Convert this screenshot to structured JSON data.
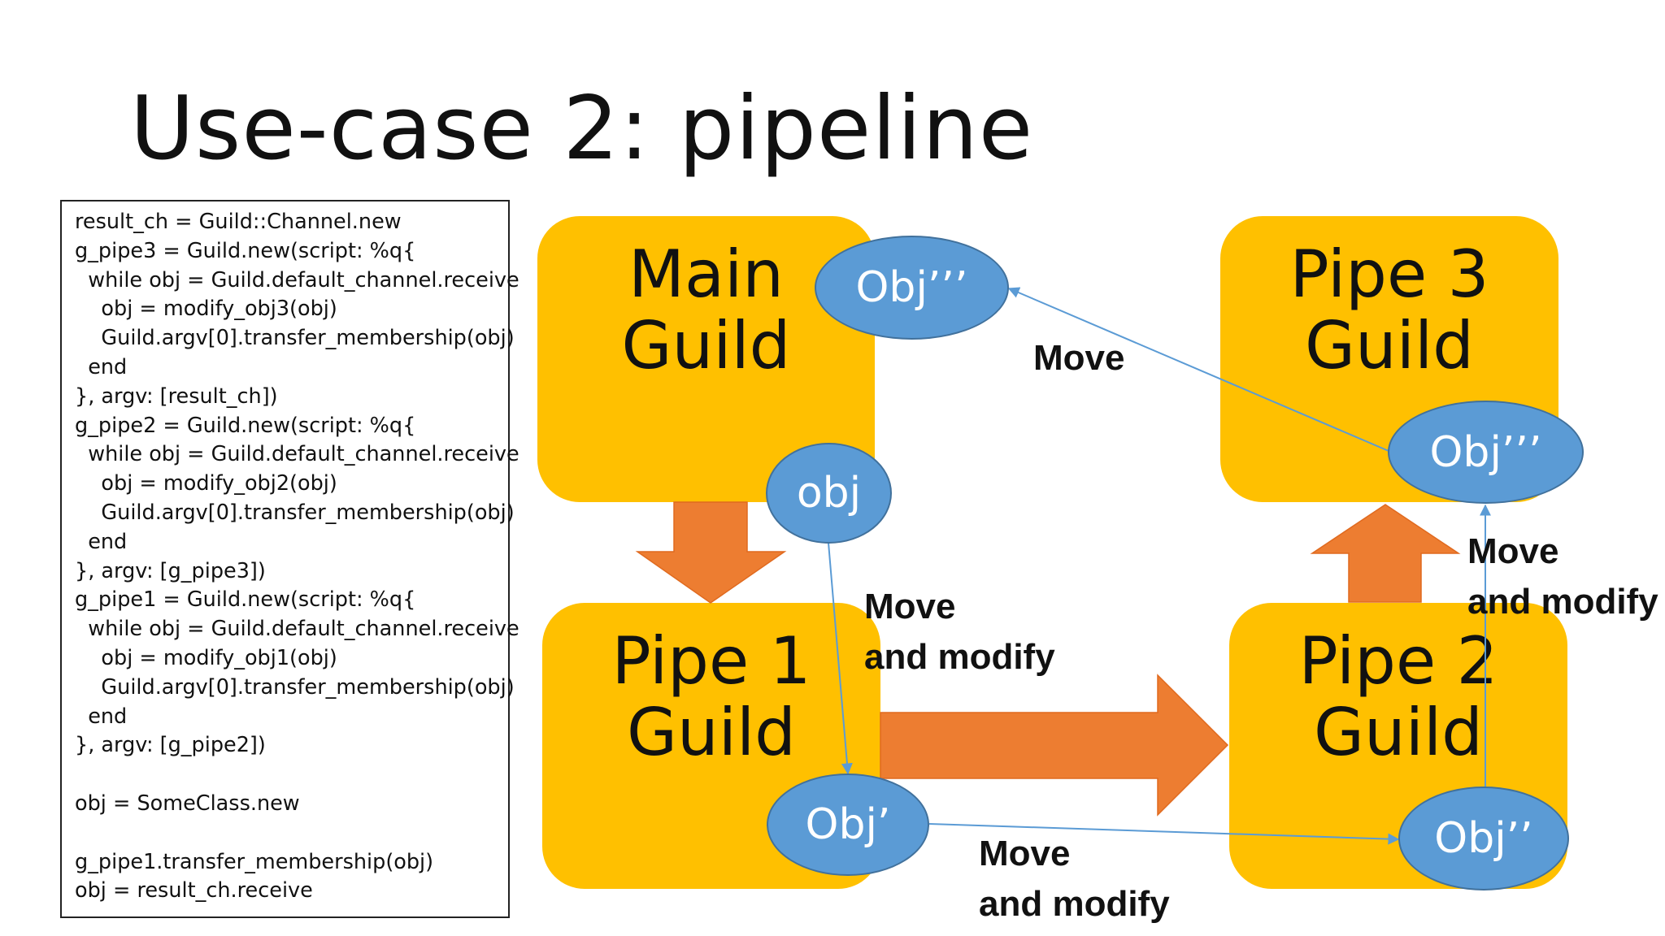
{
  "title": "Use-case 2: pipeline",
  "code_lines": [
    "result_ch = Guild::Channel.new",
    "g_pipe3 = Guild.new(script: %q{",
    "  while obj = Guild.default_channel.receive",
    "    obj = modify_obj3(obj)",
    "    Guild.argv[0].transfer_membership(obj)",
    "  end",
    "}, argv: [result_ch])",
    "g_pipe2 = Guild.new(script: %q{",
    "  while obj = Guild.default_channel.receive",
    "    obj = modify_obj2(obj)",
    "    Guild.argv[0].transfer_membership(obj)",
    "  end",
    "}, argv: [g_pipe3])",
    "g_pipe1 = Guild.new(script: %q{",
    "  while obj = Guild.default_channel.receive",
    "    obj = modify_obj1(obj)",
    "    Guild.argv[0].transfer_membership(obj)",
    "  end",
    "}, argv: [g_pipe2])",
    "",
    "obj = SomeClass.new",
    "",
    "g_pipe1.transfer_membership(obj)",
    "obj = result_ch.receive"
  ],
  "nodes": {
    "main_guild": {
      "line1": "Main",
      "line2": "Guild"
    },
    "pipe1_guild": {
      "line1": "Pipe 1",
      "line2": "Guild"
    },
    "pipe2_guild": {
      "line1": "Pipe 2",
      "line2": "Guild"
    },
    "pipe3_guild": {
      "line1": "Pipe 3",
      "line2": "Guild"
    }
  },
  "objects": {
    "main_obj": "obj",
    "main_result": "Obj’’’",
    "pipe1_obj": "Obj’",
    "pipe2_obj": "Obj’’",
    "pipe3_obj": "Obj’’’"
  },
  "edge_labels": {
    "main_to_pipe1": "Move\nand modify",
    "pipe1_to_pipe2": "Move\nand modify",
    "pipe2_to_pipe3": "Move\nand modify",
    "pipe3_to_main": "Move"
  },
  "colors": {
    "node_fill": "#ffc000",
    "object_fill": "#5b9bd5",
    "object_border": "#41719c",
    "flow_arrow": "#ed7d31",
    "move_arrow": "#5b9bd5"
  }
}
